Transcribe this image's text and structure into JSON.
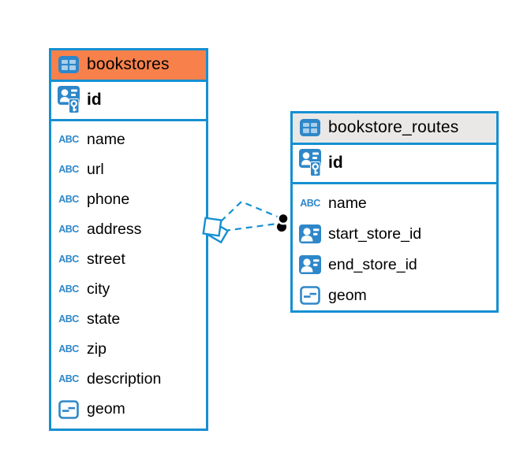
{
  "diagram": {
    "kind": "entity-relationship-diagram",
    "background": "#ffffff"
  },
  "colors": {
    "table_border": "#1590d2",
    "header_orange": "#f8814b",
    "header_gray": "#e9e8e7",
    "icon_blue": "#2e87c9",
    "icon_cell_light": "#a9cfeb",
    "relation_line": "#1590d2",
    "text": "#000000"
  },
  "icons": {
    "abc_label": "ABC"
  },
  "tables": [
    {
      "name": "bookstores",
      "header_variant": "highlighted-orange",
      "primary_key": {
        "label": "id",
        "icon": "person-id-key-icon"
      },
      "columns": [
        {
          "label": "name",
          "icon": "text-type-icon"
        },
        {
          "label": "url",
          "icon": "text-type-icon"
        },
        {
          "label": "phone",
          "icon": "text-type-icon"
        },
        {
          "label": "address",
          "icon": "text-type-icon"
        },
        {
          "label": "street",
          "icon": "text-type-icon"
        },
        {
          "label": "city",
          "icon": "text-type-icon"
        },
        {
          "label": "state",
          "icon": "text-type-icon"
        },
        {
          "label": "zip",
          "icon": "text-type-icon"
        },
        {
          "label": "description",
          "icon": "text-type-icon"
        },
        {
          "label": "geom",
          "icon": "geometry-type-icon"
        }
      ]
    },
    {
      "name": "bookstore_routes",
      "header_variant": "gray",
      "primary_key": {
        "label": "id",
        "icon": "person-id-key-icon"
      },
      "columns": [
        {
          "label": "name",
          "icon": "text-type-icon"
        },
        {
          "label": "start_store_id",
          "icon": "person-ref-icon"
        },
        {
          "label": "end_store_id",
          "icon": "person-ref-icon"
        },
        {
          "label": "geom",
          "icon": "geometry-type-icon"
        }
      ]
    }
  ],
  "relationships": [
    {
      "from_table": "bookstores",
      "to_table": "bookstore_routes",
      "line_style": "dashed"
    },
    {
      "from_table": "bookstores",
      "to_table": "bookstore_routes",
      "line_style": "dashed"
    }
  ]
}
